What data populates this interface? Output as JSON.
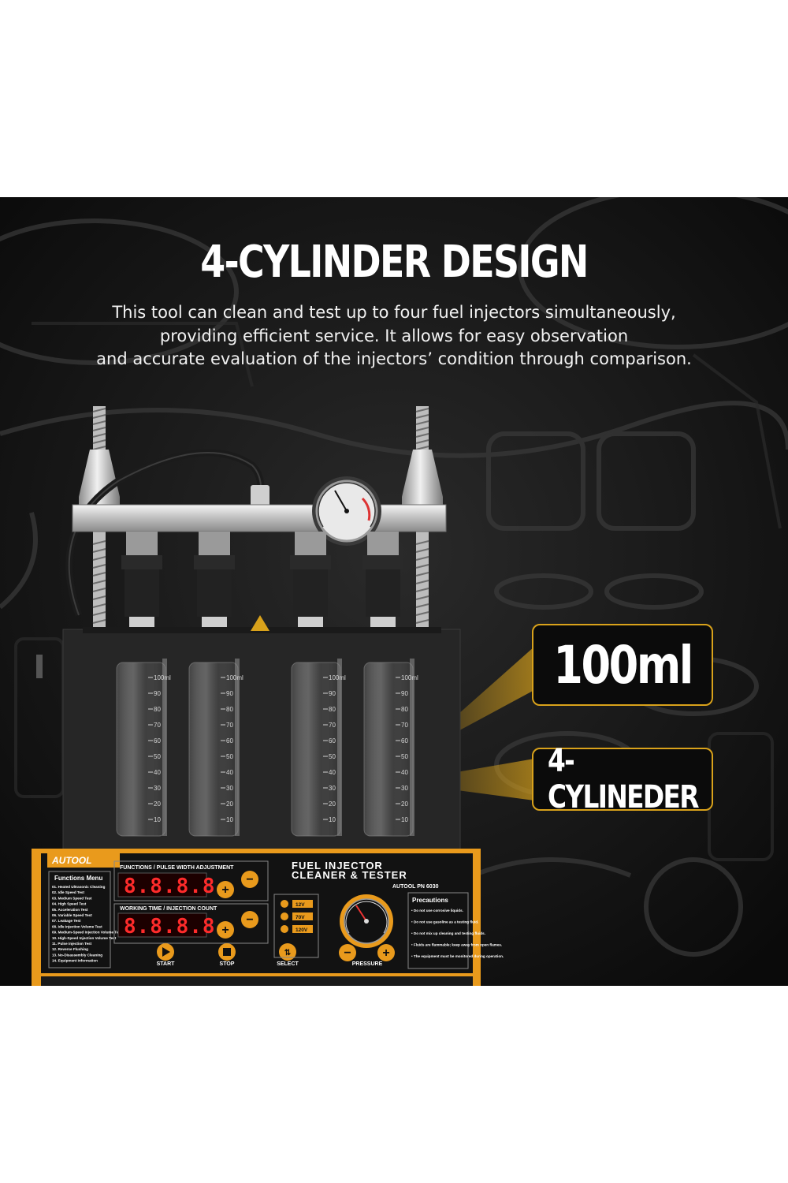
{
  "heading": "4-CYLINDER DESIGN",
  "description": {
    "line1": "This tool can clean and test up to four fuel injectors simultaneously,",
    "line2": "providing efficient service. It allows for easy observation",
    "line3": "and accurate evaluation of the injectors’ condition through comparison."
  },
  "callouts": {
    "volume": "100ml",
    "cylinders": "4-CYLINEDER"
  },
  "colors": {
    "accent": "#d9a21b",
    "background": "#141414",
    "panel_orange": "#e99a1c",
    "led_red": "#ff2b2b"
  },
  "tube_scale": [
    "100ml",
    "90",
    "80",
    "70",
    "60",
    "50",
    "40",
    "30",
    "20",
    "10"
  ],
  "panel": {
    "brand": "AUTOOL",
    "title_line1": "FUEL INJECTOR",
    "title_line2": "CLEANER & TESTER",
    "model": "AUTOOL PN 6030",
    "functions_header": "FUNCTIONS / PULSE WIDTH ADJUSTMENT",
    "working_header": "WORKING TIME / INJECTION COUNT",
    "display_top": "8.8.8.8",
    "display_bottom": "8.8.8.8",
    "menu_title": "Functions Menu",
    "menu_items": [
      "01. Heated Ultrasonic Cleaning",
      "02. Idle Speed Test",
      "03. Medium Speed Test",
      "04. High Speed Test",
      "05. Acceleration Test",
      "06. Variable Speed Test",
      "07. Leakage Test",
      "08. Idle Injection Volume Test",
      "09. Medium-Speed Injection Volume Test",
      "10. High-Speed Injection Volume Test",
      "11. Pulse Injection Test",
      "12. Reverse Flushing",
      "13. No-Disassembly Cleaning",
      "14. Equipment Information"
    ],
    "voltages": [
      "12V",
      "70V",
      "120V"
    ],
    "start_label": "START",
    "stop_label": "STOP",
    "select_label": "SELECT",
    "pressure_label": "PRESSURE",
    "precautions_title": "Precautions",
    "precautions": [
      "Do not use corrosive liquids.",
      "Do not use gasoline as a testing fluid.",
      "Do not mix up cleaning and testing fluids.",
      "Fluids are flammable; keep away from open flames.",
      "The equipment must be monitored during operation."
    ]
  }
}
